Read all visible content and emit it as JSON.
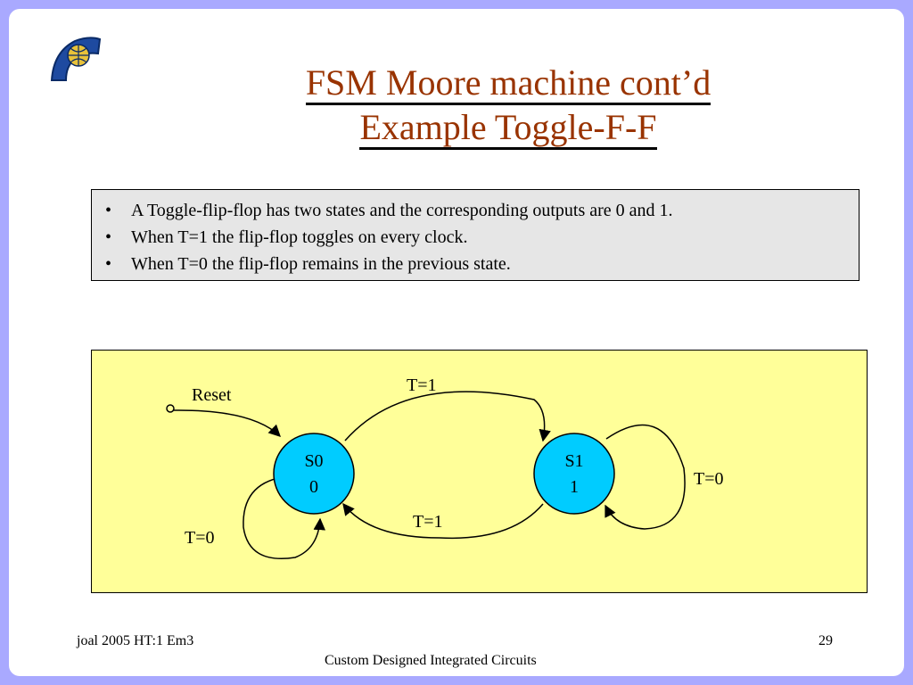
{
  "title": {
    "line1": "FSM Moore machine cont’d",
    "line2": "Example Toggle-F-F"
  },
  "bullets": [
    "A Toggle-flip-flop has two states and the corresponding outputs are 0 and 1.",
    "When T=1 the flip-flop toggles on every clock.",
    "When T=0 the flip-flop remains in the previous state."
  ],
  "diagram": {
    "reset_label": "Reset",
    "states": [
      {
        "name": "S0",
        "output": "0"
      },
      {
        "name": "S1",
        "output": "1"
      }
    ],
    "transitions": {
      "s0_to_s1": "T=1",
      "s1_to_s0": "T=1",
      "s0_self": "T=0",
      "s1_self": "T=0"
    },
    "colors": {
      "state_fill": "#00ccff",
      "background": "#ffff99"
    }
  },
  "footer": {
    "left": "joal 2005 HT:1 Em3",
    "right": "29",
    "center": "Custom Designed Integrated Circuits"
  }
}
